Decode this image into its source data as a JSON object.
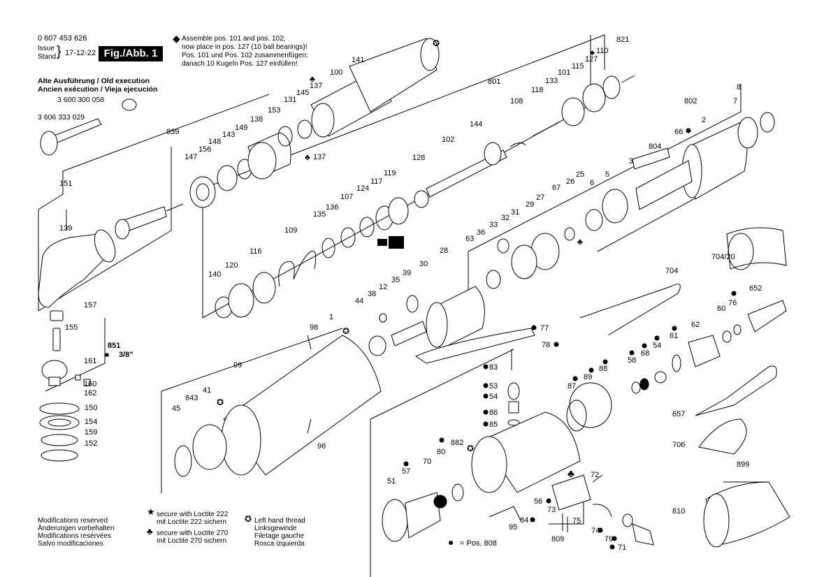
{
  "header": {
    "part_number": "0 607 453 626",
    "issue_label": "Issue",
    "stand_label": "Stand",
    "issue_date": "17-12-22",
    "figure_label": "Fig./Abb. 1"
  },
  "assembly_note": [
    "Assemble pos. 101 and pos. 102;",
    "now place in pos. 127 (10 ball bearings)!",
    "Pos. 101 und Pos. 102 zusammenfügen;",
    "danach 10 Kugeln Pos. 127 einfüllen!"
  ],
  "old_execution": {
    "lines": [
      "Alte Ausführung / Old execution",
      "Ancien exécution / Vieja ejecución"
    ],
    "part_a": "3 600 300 058",
    "part_b": "3 606 333 029"
  },
  "footer": {
    "modifications": [
      "Modifications reserved",
      "Änderungen vorbehalten",
      "Modifications resérvées",
      "Salvo modificaciones"
    ],
    "loctite222": [
      "secure with Loctite 222",
      "mit Loctite 222 sichern"
    ],
    "loctite270": [
      "secure with Loctite 270",
      "mit Loctite 270 sichern"
    ],
    "left_thread": [
      "Left hand thread",
      "Linksgewinde",
      "Filetage gauche",
      "Rosca izquierda"
    ],
    "pos808": "= Pos. 808"
  },
  "icons": {
    "diamond": "diamond-icon",
    "star": "star-icon",
    "club": "club-icon",
    "left-thread": "left-thread-icon",
    "bullet": "bullet-icon"
  },
  "callouts": {
    "851": "851",
    "38in": "3/8\"",
    "151": "151",
    "139": "139",
    "157": "157",
    "155": "155",
    "161": "161",
    "160": "160",
    "162": "162",
    "150": "150",
    "154": "154",
    "159": "159",
    "152": "152",
    "839": "839",
    "147": "147",
    "156": "156",
    "148": "148",
    "143": "143",
    "149": "149",
    "138": "138",
    "153": "153",
    "131": "131",
    "145": "145",
    "137a": "137",
    "137b": "137",
    "100": "100",
    "141": "141",
    "821": "821",
    "110": "110",
    "127": "127",
    "115": "115",
    "101": "101",
    "133": "133",
    "118": "118",
    "801": "801",
    "108": "108",
    "144": "144",
    "102": "102",
    "128": "128",
    "119": "119",
    "117": "117",
    "124": "124",
    "107": "107",
    "136": "136",
    "135": "135",
    "109": "109",
    "116": "116",
    "120": "120",
    "140": "140",
    "802": "802",
    "8": "8",
    "7": "7",
    "2": "2",
    "66": "66",
    "804": "804",
    "3": "3",
    "25": "25",
    "5": "5",
    "6": "6",
    "26": "26",
    "67": "67",
    "27": "27",
    "29": "29",
    "31": "31",
    "32": "32",
    "33": "33",
    "36": "36",
    "63": "63",
    "28": "28",
    "30": "30",
    "39": "39",
    "35": "35",
    "12": "12",
    "38": "38",
    "44": "44",
    "704_20": "704/20",
    "704": "704",
    "652": "652",
    "76": "76",
    "60": "60",
    "62": "62",
    "61": "61",
    "54": "54",
    "68": "68",
    "58": "58",
    "77": "77",
    "78": "78",
    "83": "83",
    "53": "53",
    "54b": "54",
    "86": "86",
    "85": "85",
    "88": "88",
    "89": "89",
    "87": "87",
    "98": "98",
    "1": "1",
    "99": "99",
    "843": "843",
    "41": "41",
    "45": "45",
    "96": "96",
    "657": "657",
    "706": "706",
    "899": "899",
    "810": "810",
    "70": "70",
    "80": "80",
    "882": "882",
    "57": "57",
    "51": "51",
    "72": "72",
    "56": "56",
    "73": "73",
    "75": "75",
    "84": "84",
    "95": "95",
    "809": "809",
    "74": "74",
    "79": "79",
    "71": "71"
  }
}
